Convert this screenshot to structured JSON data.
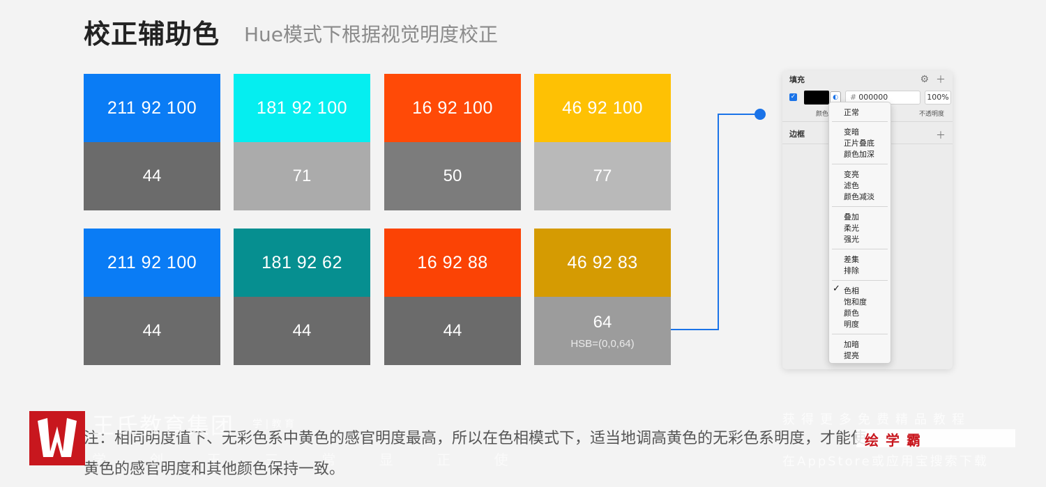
{
  "header": {
    "title": "校正辅助色",
    "subtitle": "Hue模式下根据视觉明度校正"
  },
  "swatches": [
    {
      "top_label": "211 92 100",
      "bottom_label": "44",
      "top_color": "#0a7cf5",
      "bottom_color": "#6b6b6b"
    },
    {
      "top_label": "181 92 100",
      "bottom_label": "71",
      "top_color": "#05eef0",
      "bottom_color": "#ababab"
    },
    {
      "top_label": "16 92 100",
      "bottom_label": "50",
      "top_color": "#ff4a07",
      "bottom_color": "#7c7c7c"
    },
    {
      "top_label": "46 92 100",
      "bottom_label": "77",
      "top_color": "#fec104",
      "bottom_color": "#b9b9b9"
    },
    {
      "top_label": "211 92 100",
      "bottom_label": "44",
      "top_color": "#0a7cf5",
      "bottom_color": "#6b6b6b"
    },
    {
      "top_label": "181 92 62",
      "bottom_label": "44",
      "top_color": "#068f90",
      "bottom_color": "#6b6b6b"
    },
    {
      "top_label": "16 92 88",
      "bottom_label": "44",
      "top_color": "#fb4305",
      "bottom_color": "#6b6b6b"
    },
    {
      "top_label": "46 92 83",
      "bottom_label": "64",
      "bottom_sub": "HSB=(0,0,64)",
      "top_color": "#d59b02",
      "bottom_color": "#9c9c9c"
    }
  ],
  "panel": {
    "fill_title": "填充",
    "hex_value": "000000",
    "hex_prefix": "#",
    "opacity_value": "100%",
    "color_label": "颜色",
    "opacity_label": "不透明度",
    "border_title": "边框",
    "blend_menu": {
      "groups": [
        [
          "正常"
        ],
        [
          "变暗",
          "正片叠底",
          "颜色加深"
        ],
        [
          "变亮",
          "滤色",
          "颜色减淡"
        ],
        [
          "叠加",
          "柔光",
          "强光"
        ],
        [
          "差集",
          "排除"
        ],
        [
          "色相",
          "饱和度",
          "颜色",
          "明度"
        ],
        [
          "加暗",
          "提亮"
        ]
      ],
      "selected": "色相"
    }
  },
  "note": {
    "line1": "注：相同明度值下、无彩色系中黄色的感官明度最高，所以在色相模式下，适当地调高黄色的无彩色系明度，才能使",
    "line2": "黄色的感官明度和其他颜色保持一致。"
  },
  "watermark": {
    "brand": "王氏教育集团",
    "brand_small": "学 | 教 育",
    "line2": "学 创 王 三 常 显 正 使",
    "right_line1": "获得更多免费精品教程",
    "right_badge": "绘学霸",
    "right_line3": "在AppStore或应用宝搜索下载"
  },
  "colors": {
    "connector": "#1a73e8",
    "logo": "#c8171e"
  }
}
